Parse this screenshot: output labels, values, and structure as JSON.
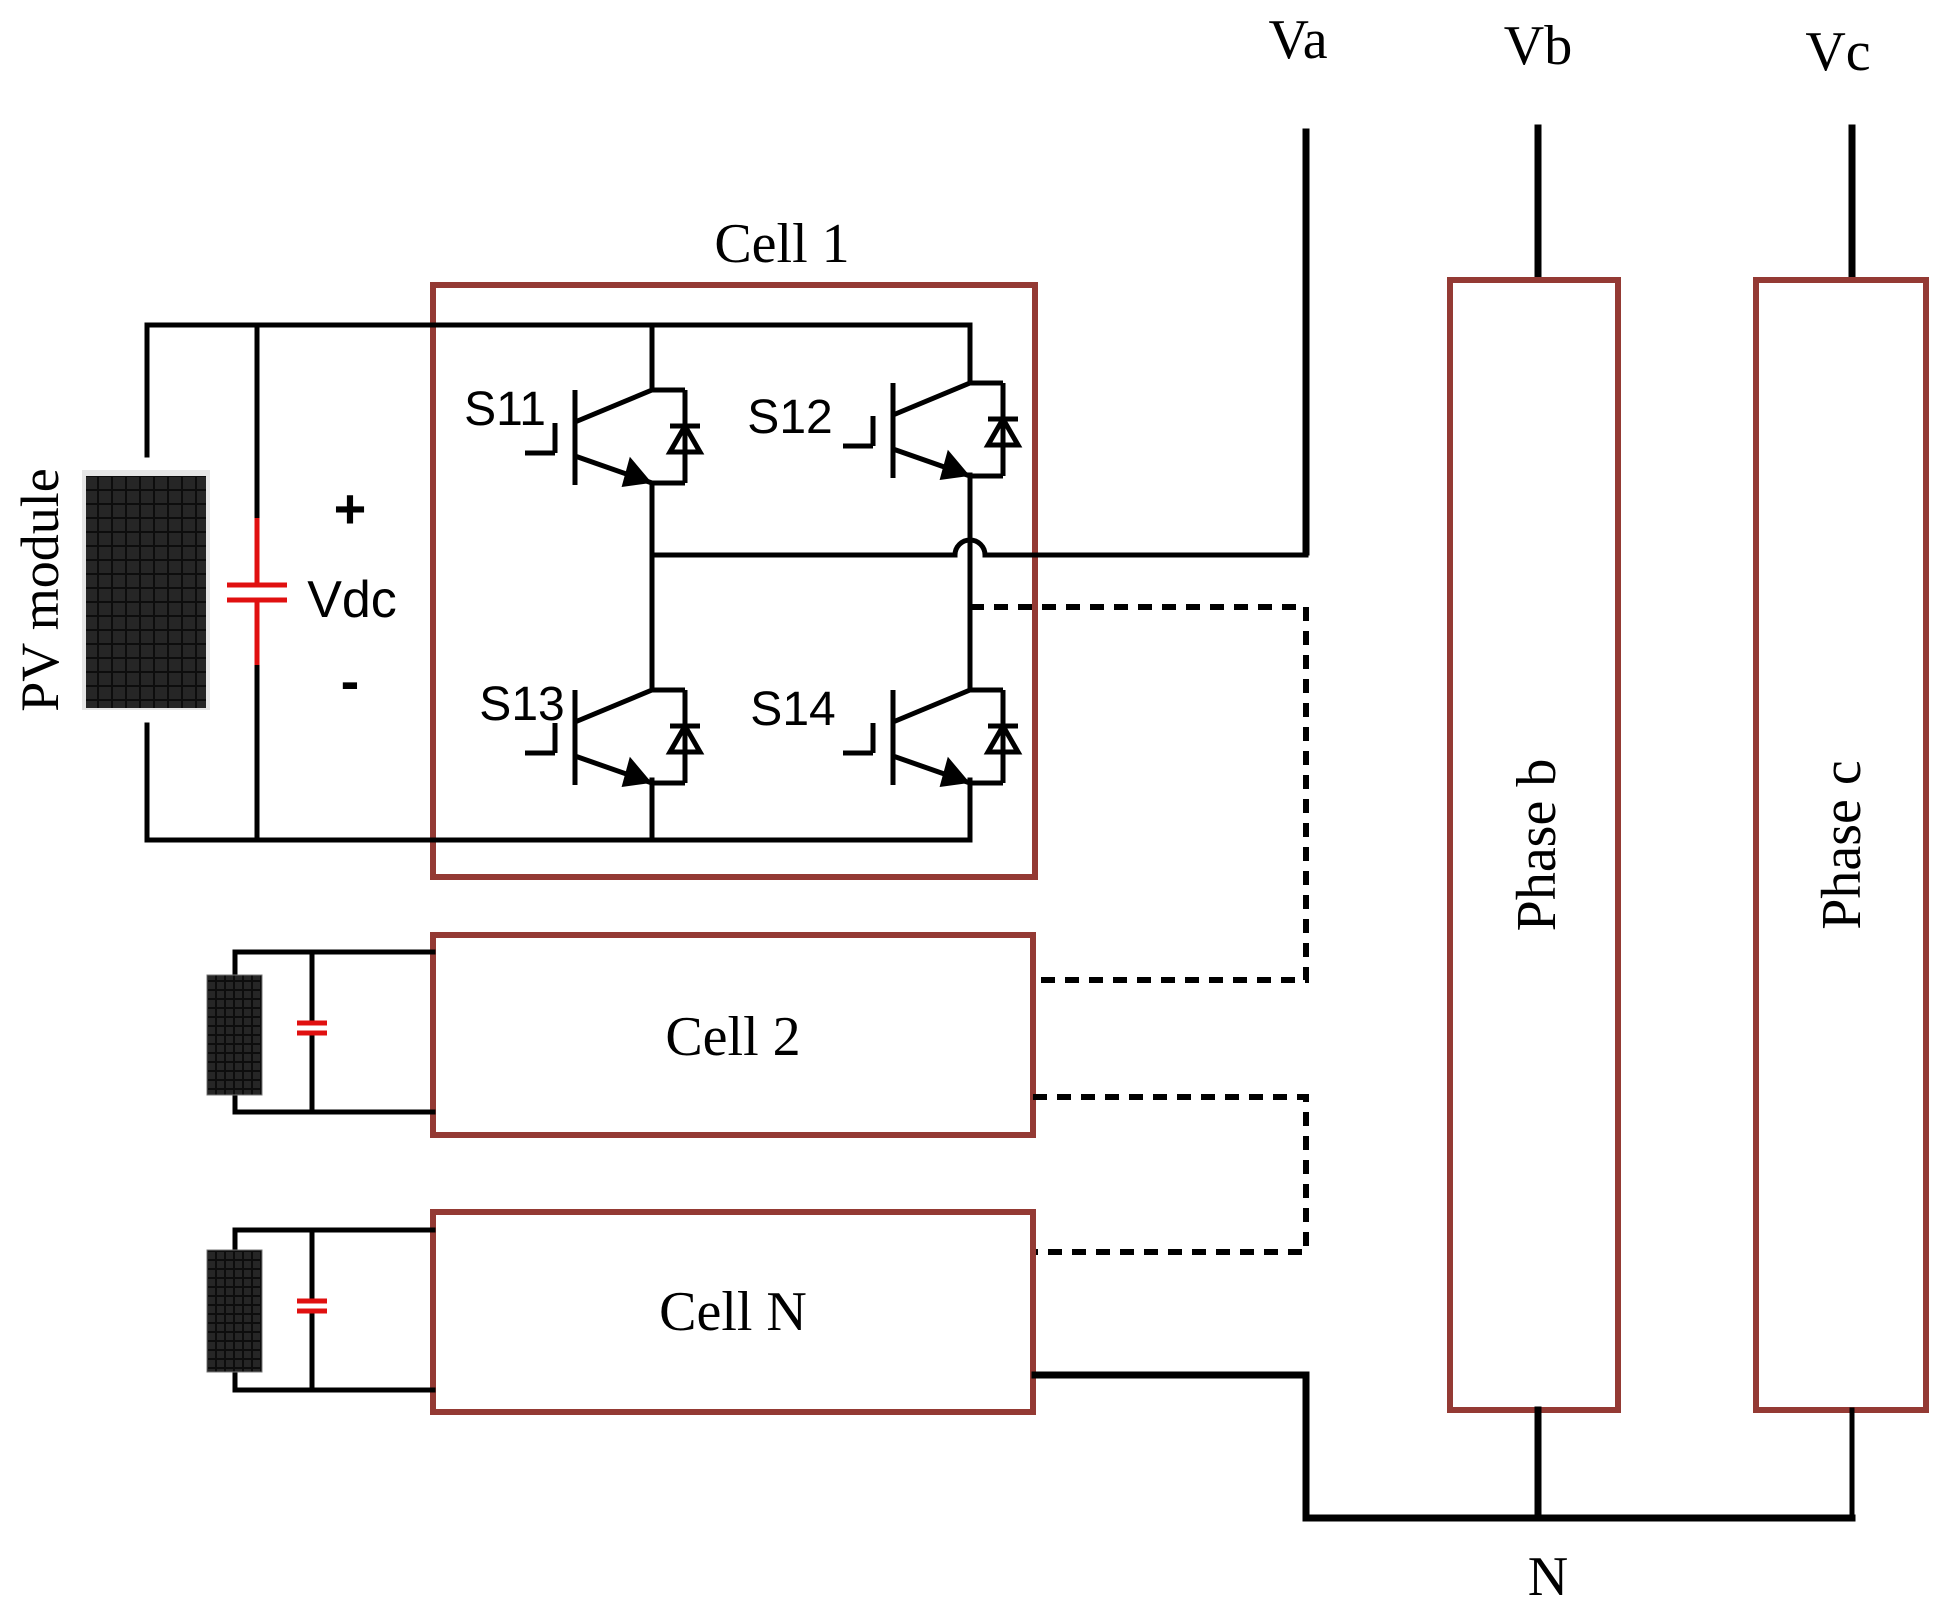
{
  "labels": {
    "va": "Va",
    "vb": "Vb",
    "vc": "Vc",
    "neutral": "N",
    "cell1": "Cell 1",
    "cell2": "Cell 2",
    "cellN": "Cell N",
    "phase_b": "Phase b",
    "phase_c": "Phase c",
    "pv_module": "PV module",
    "vdc": "Vdc",
    "plus": "+",
    "minus": "-",
    "s11": "S11",
    "s12": "S12",
    "s13": "S13",
    "s14": "S14"
  },
  "colors": {
    "box_border": "#943a34",
    "capacitor": "#e01010",
    "wire": "#000000",
    "panel": "#1a1a1a"
  }
}
